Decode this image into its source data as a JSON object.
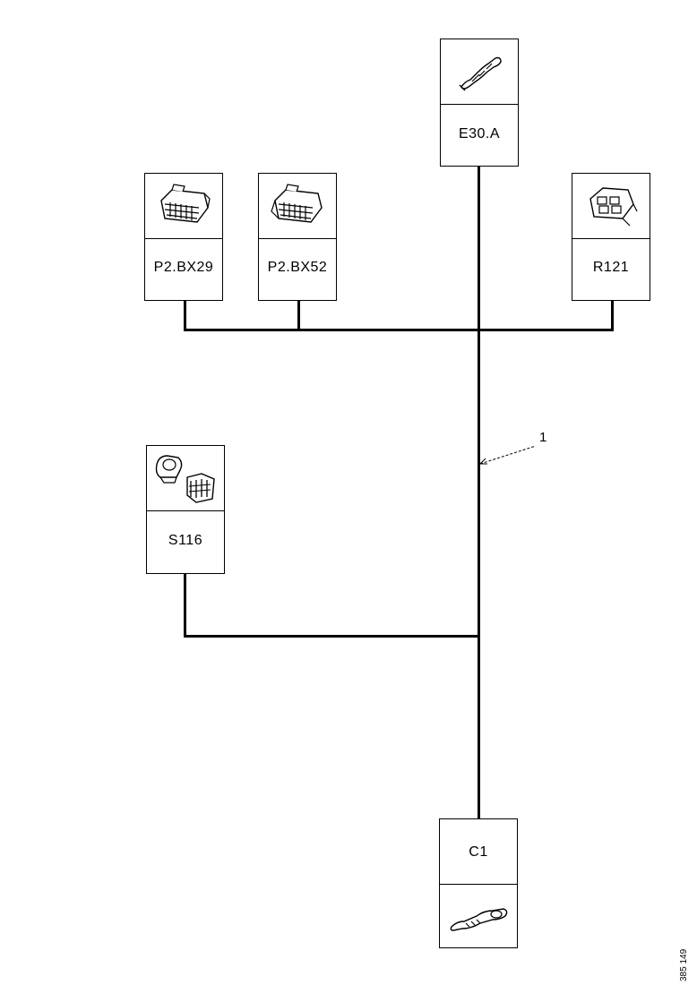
{
  "components": {
    "e30a": {
      "label": "E30.A",
      "icon": "terminal-lug-icon"
    },
    "p2bx29": {
      "label": "P2.BX29",
      "icon": "connector-block-icon"
    },
    "p2bx52": {
      "label": "P2.BX52",
      "icon": "connector-block-icon"
    },
    "r121": {
      "label": "R121",
      "icon": "relay-connector-icon"
    },
    "s116": {
      "label": "S116",
      "icon": "switch-connector-icon"
    },
    "c1": {
      "label": "C1",
      "icon": "terminal-lug-icon"
    }
  },
  "callout": {
    "label": "1"
  },
  "doc_number": "385 149"
}
